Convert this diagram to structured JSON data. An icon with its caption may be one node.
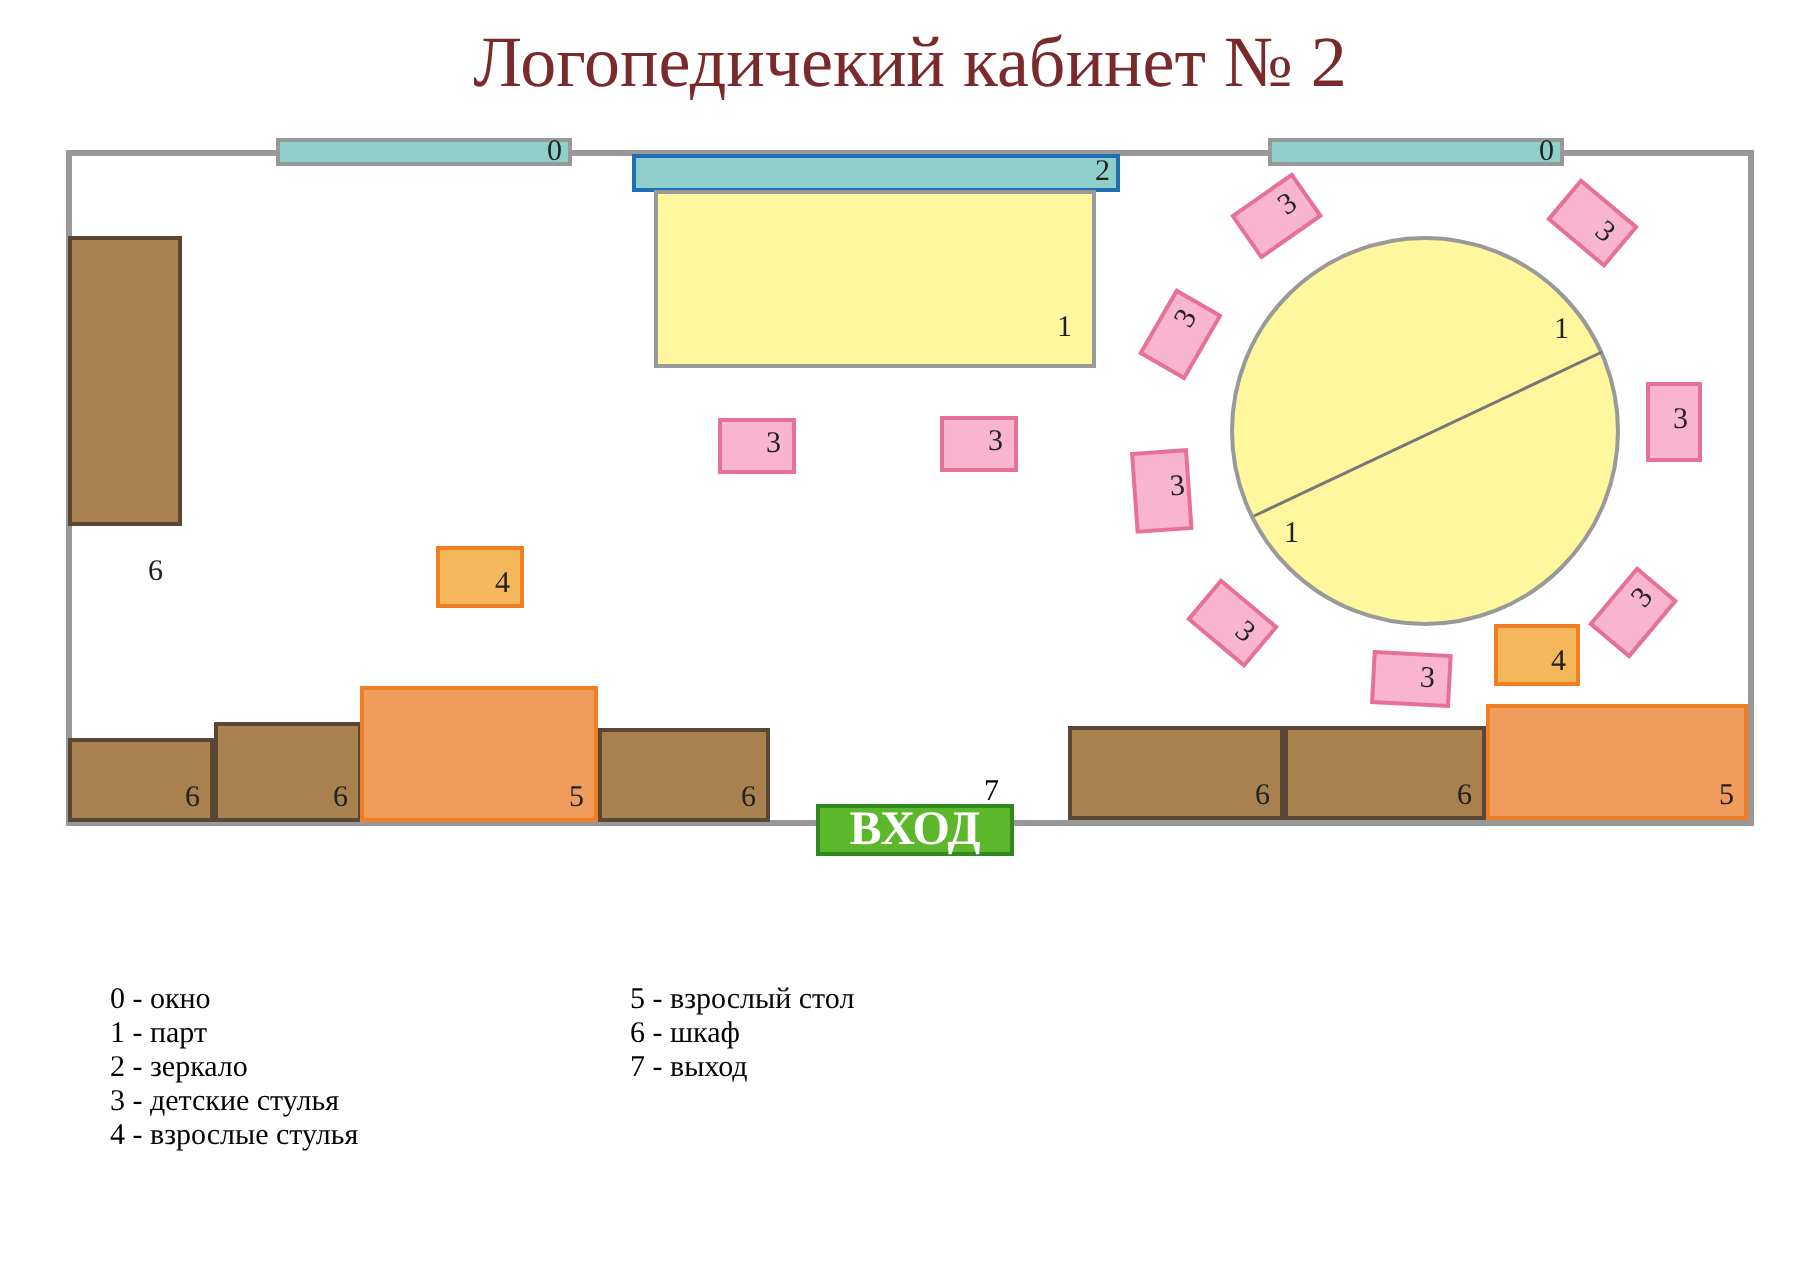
{
  "diagram": {
    "title": "Логопедичекий кабинет № 2",
    "nodes": [
      {
        "text": [],
        "shape": "box"
      },
      {
        "text": [
          "0"
        ]
      },
      {
        "text": [
          "2"
        ],
        "in": 0
      },
      {
        "text": [
          "0"
        ]
      },
      {
        "text": [
          "1"
        ],
        "in": 0
      },
      {
        "text": [
          "3"
        ],
        "in": 0
      },
      {
        "text": [
          "3"
        ],
        "in": 0
      },
      {
        "text": [],
        "shape": "box",
        "beside": [
          "6"
        ],
        "in": 0
      },
      {
        "text": [
          "3"
        ],
        "in": 0
      },
      {
        "text": [
          "1",
          "1"
        ],
        "in": 0
      },
      {
        "text": [
          "3"
        ],
        "in": 0
      },
      {
        "text": [
          "3"
        ],
        "in": 0
      },
      {
        "text": [
          "3"
        ],
        "in": 0
      },
      {
        "text": [
          "3"
        ],
        "in": 0
      },
      {
        "text": [
          "4"
        ],
        "in": 0
      },
      {
        "text": [
          "3"
        ],
        "in": 0
      },
      {
        "text": [
          "3"
        ],
        "in": 0
      },
      {
        "text": [
          "3"
        ],
        "in": 0
      },
      {
        "text": [
          "4"
        ],
        "in": 0
      },
      {
        "text": [
          "6"
        ],
        "in": 0
      },
      {
        "text": [
          "6"
        ],
        "in": 0
      },
      {
        "text": [
          "5"
        ],
        "in": 0
      },
      {
        "text": [
          "6"
        ],
        "in": 0
      },
      {
        "text": [
          "6"
        ],
        "in": 0
      },
      {
        "text": [
          "6"
        ],
        "in": 0
      },
      {
        "text": [
          "5"
        ],
        "in": 0
      },
      {
        "text": [
          "ВХОД"
        ],
        "beside": [
          "7"
        ]
      }
    ],
    "edges": [],
    "labels": [
      "0 - окно",
      "1 - парт",
      "2 - зеркало",
      "3 - детские стулья",
      "4 - взрослые стулья",
      "5 -  взрослый стол",
      "6 - шкаф",
      "7 -  выход"
    ]
  }
}
